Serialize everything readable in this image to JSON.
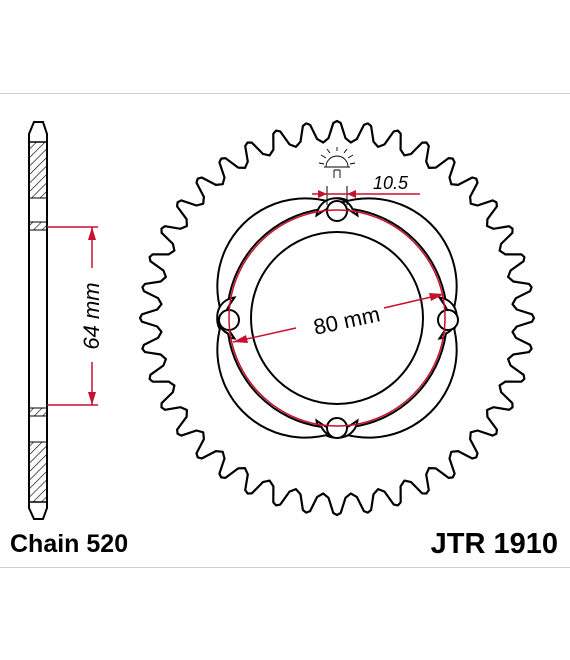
{
  "labels": {
    "chain": "Chain 520",
    "part_number": "JTR 1910"
  },
  "dimensions": {
    "offset": "64 mm",
    "bolt_circle": "80 mm",
    "bolt_hole": "10.5"
  },
  "sprocket": {
    "teeth": 40
  },
  "colors": {
    "outline": "#000000",
    "dimension": "#c8102e",
    "hatch": "#000000"
  },
  "icons": {
    "logo": "sun-logo-icon"
  }
}
